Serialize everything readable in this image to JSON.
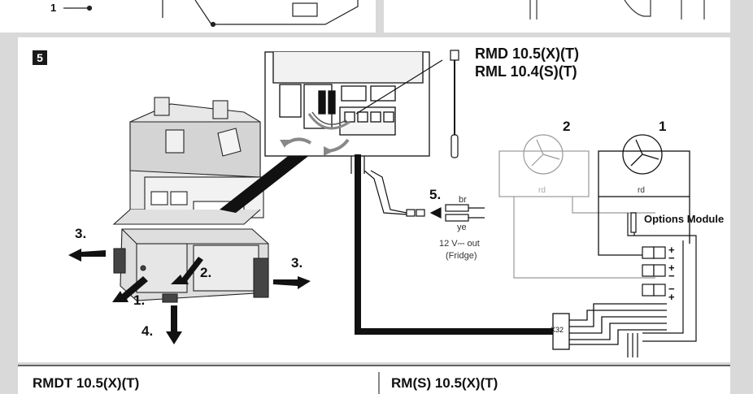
{
  "step_number": "5",
  "models": [
    "RMD 10.5(X)(T)",
    "RML 10.4(S)(T)"
  ],
  "fan_labels": [
    "2",
    "1"
  ],
  "wire_rd": [
    "rd",
    "rd"
  ],
  "options_module": "Options Module",
  "connector_x32": "X32",
  "step_5": {
    "num": "5.",
    "br": "br",
    "ye": "ye",
    "volt": "12 V⎓ out",
    "fridge": "(Fridge)"
  },
  "steps": {
    "s1": "1.",
    "s2": "2.",
    "s3_left": "3.",
    "s3_right": "3.",
    "s4": "4."
  },
  "top_left_label": "1",
  "terminals": [
    "+",
    "−",
    "+",
    "−",
    "−",
    "+"
  ],
  "bottom_sections": [
    "RMDT 10.5(X)(T)",
    "RM(S) 10.5(X)(T)"
  ]
}
